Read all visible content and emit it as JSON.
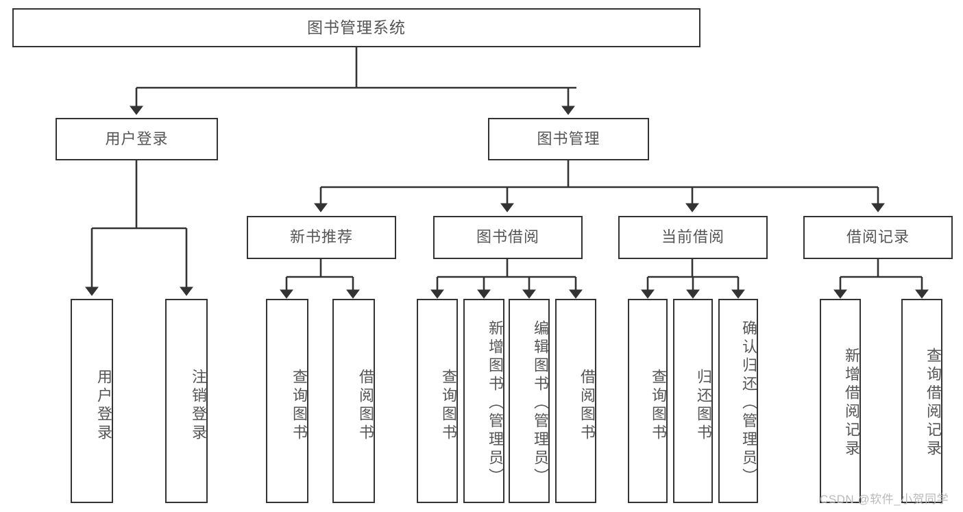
{
  "diagram": {
    "title": "图书管理系统",
    "type": "tree-hierarchy",
    "theme": {
      "background": "#ffffff",
      "node_border": "#333333",
      "node_fill": "#ffffff",
      "text_color": "#555555",
      "edge_color": "#333333",
      "watermark_color": "#b9b9b9"
    },
    "root": {
      "label": "图书管理系统"
    },
    "level2": [
      {
        "label": "用户登录"
      },
      {
        "label": "图书管理"
      }
    ],
    "level3": [
      {
        "label": "新书推荐"
      },
      {
        "label": "图书借阅"
      },
      {
        "label": "当前借阅"
      },
      {
        "label": "借阅记录"
      }
    ],
    "leaves": {
      "user_login": [
        {
          "label": "用户登录"
        },
        {
          "label": "注销登录"
        }
      ],
      "new_book_recommend": [
        {
          "label": "查询图书"
        },
        {
          "label": "借阅图书"
        }
      ],
      "book_borrow": [
        {
          "label": "查询图书"
        },
        {
          "label": "新增图书（管理员）"
        },
        {
          "label": "编辑图书（管理员）"
        },
        {
          "label": "借阅图书"
        }
      ],
      "current_borrow": [
        {
          "label": "查询图书"
        },
        {
          "label": "归还图书"
        },
        {
          "label": "确认归还（管理员）"
        }
      ],
      "borrow_record": [
        {
          "label": "新增借阅记录"
        },
        {
          "label": "查询借阅记录"
        }
      ]
    }
  },
  "watermark": {
    "text": "CSDN @软件_小贺同学"
  }
}
